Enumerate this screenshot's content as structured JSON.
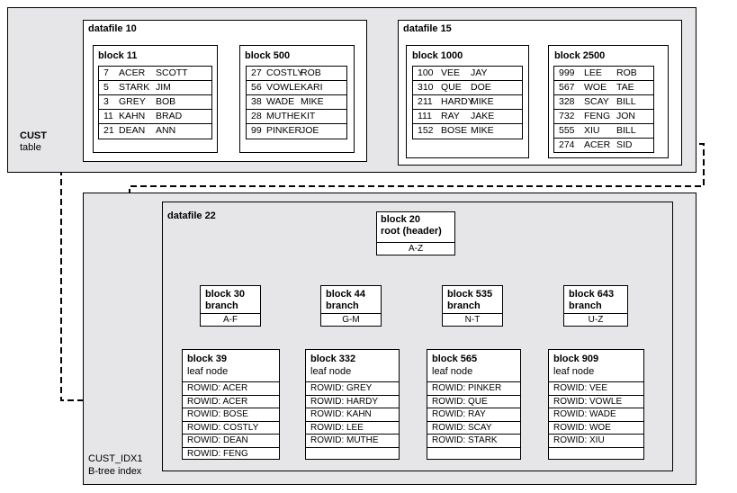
{
  "table_region": {
    "label_line1": "CUST",
    "label_line2": "table",
    "datafiles": [
      {
        "name": "datafile 10",
        "blocks": [
          {
            "name": "block 11",
            "rows": [
              {
                "a": "7",
                "b": "ACER",
                "c": "SCOTT"
              },
              {
                "a": "5",
                "b": "STARK",
                "c": "JIM"
              },
              {
                "a": "3",
                "b": "GREY",
                "c": "BOB"
              },
              {
                "a": "11",
                "b": "KAHN",
                "c": "BRAD"
              },
              {
                "a": "21",
                "b": "DEAN",
                "c": "ANN"
              }
            ]
          },
          {
            "name": "block 500",
            "rows": [
              {
                "a": "27",
                "b": "COSTLY",
                "c": "ROB"
              },
              {
                "a": "56",
                "b": "VOWLE",
                "c": "KARI"
              },
              {
                "a": "38",
                "b": "WADE",
                "c": "MIKE"
              },
              {
                "a": "28",
                "b": "MUTHE",
                "c": "KIT"
              },
              {
                "a": "99",
                "b": "PINKER",
                "c": "JOE"
              }
            ]
          }
        ]
      },
      {
        "name": "datafile 15",
        "blocks": [
          {
            "name": "block 1000",
            "rows": [
              {
                "a": "100",
                "b": "VEE",
                "c": "JAY"
              },
              {
                "a": "310",
                "b": "QUE",
                "c": "DOE"
              },
              {
                "a": "211",
                "b": "HARDY",
                "c": "MIKE"
              },
              {
                "a": "111",
                "b": "RAY",
                "c": "JAKE"
              },
              {
                "a": "152",
                "b": "BOSE",
                "c": "MIKE"
              }
            ]
          },
          {
            "name": "block 2500",
            "rows": [
              {
                "a": "999",
                "b": "LEE",
                "c": "ROB"
              },
              {
                "a": "567",
                "b": "WOE",
                "c": "TAE"
              },
              {
                "a": "328",
                "b": "SCAY",
                "c": "BILL"
              },
              {
                "a": "732",
                "b": "FENG",
                "c": "JON"
              },
              {
                "a": "555",
                "b": "XIU",
                "c": "BILL"
              },
              {
                "a": "274",
                "b": "ACER",
                "c": "SID"
              }
            ]
          }
        ]
      }
    ]
  },
  "index_region": {
    "label_line1": "CUST_IDX1",
    "label_line2": "B-tree index",
    "datafile": "datafile 22",
    "root": {
      "line1": "block 20",
      "line2": "root (header)",
      "range": "A-Z"
    },
    "branches": [
      {
        "line1": "block 30",
        "line2": "branch",
        "range": "A-F"
      },
      {
        "line1": "block 44",
        "line2": "branch",
        "range": "G-M"
      },
      {
        "line1": "block 535",
        "line2": "branch",
        "range": "N-T"
      },
      {
        "line1": "block 643",
        "line2": "branch",
        "range": "U-Z"
      }
    ],
    "leaves": [
      {
        "line1": "block 39",
        "line2": "leaf node",
        "rows": [
          "ROWID: ACER",
          "ROWID: ACER",
          "ROWID: BOSE",
          "ROWID: COSTLY",
          "ROWID: DEAN",
          "ROWID: FENG"
        ]
      },
      {
        "line1": "block 332",
        "line2": "leaf node",
        "rows": [
          "ROWID: GREY",
          "ROWID: HARDY",
          "ROWID: KAHN",
          "ROWID: LEE",
          "ROWID: MUTHE",
          ""
        ]
      },
      {
        "line1": "block 565",
        "line2": "leaf node",
        "rows": [
          "ROWID: PINKER",
          "ROWID: QUE",
          "ROWID: RAY",
          "ROWID: SCAY",
          "ROWID: STARK",
          ""
        ]
      },
      {
        "line1": "block 909",
        "line2": "leaf node",
        "rows": [
          "ROWID: VEE",
          "ROWID: VOWLE",
          "ROWID: WADE",
          "ROWID: WOE",
          "ROWID: XIU",
          ""
        ]
      }
    ]
  }
}
